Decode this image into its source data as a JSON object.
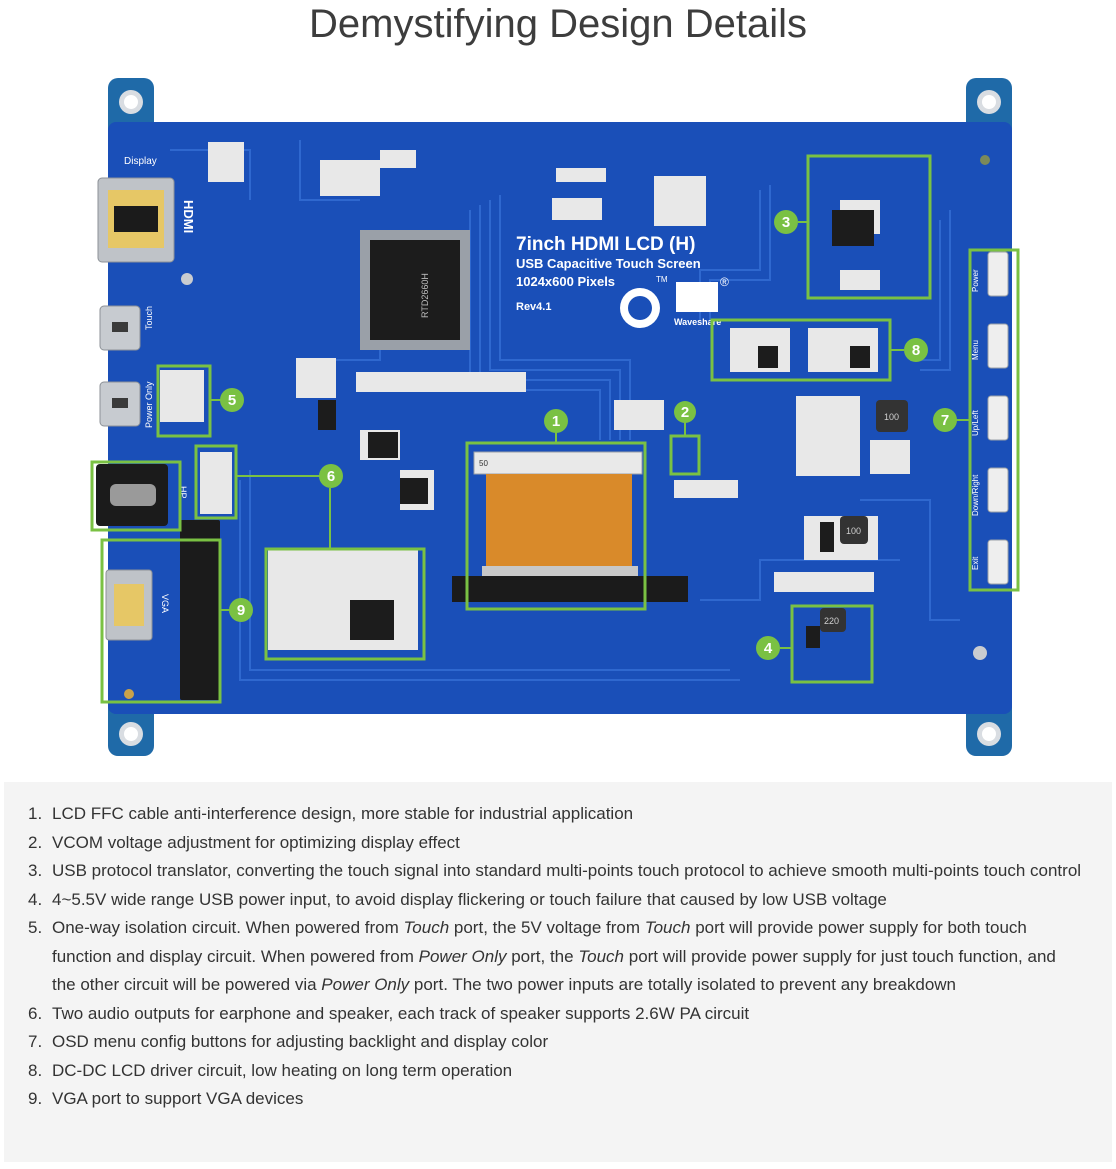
{
  "title": "Demystifying Design Details",
  "colors": {
    "board": "#1a4fb8",
    "board_dark": "#123c93",
    "trace": "#2f68cf",
    "highlight": "#7ac143",
    "text": "#333333",
    "panel_bg": "#f4f4f4"
  },
  "board": {
    "labels": {
      "display": "Display",
      "hdmi": "HDMI",
      "touch": "Touch",
      "power_only": "Power Only",
      "hp": "HP",
      "vga": "VGA",
      "product_name": "7inch HDMI LCD (H)",
      "product_sub": "USB Capacitive Touch Screen",
      "resolution": "1024x600 Pixels",
      "revision": "Rev4.1",
      "brand": "Waveshare",
      "tm": "TM",
      "reg": "®",
      "chip": "RTD2660H",
      "btn_power": "Power",
      "btn_menu": "Menu",
      "btn_upleft": "Up/Left",
      "btn_downright": "Down/Right",
      "btn_exit": "Exit",
      "conn_50": "50",
      "ind_100a": "100",
      "ind_100b": "100",
      "ind_220": "220"
    },
    "callouts": [
      "1",
      "2",
      "3",
      "4",
      "5",
      "6",
      "7",
      "8",
      "9"
    ]
  },
  "features": [
    {
      "num": "1.",
      "parts": [
        {
          "t": "LCD FFC cable anti-interference design, more stable for industrial application"
        }
      ]
    },
    {
      "num": "2.",
      "parts": [
        {
          "t": "VCOM voltage adjustment for optimizing display effect"
        }
      ]
    },
    {
      "num": "3.",
      "parts": [
        {
          "t": "USB protocol translator, converting the touch signal into standard multi-points touch protocol to achieve smooth multi-points touch control"
        }
      ]
    },
    {
      "num": "4.",
      "parts": [
        {
          "t": "4~5.5V wide range USB power input, to avoid display flickering or touch failure that caused by low USB voltage"
        }
      ]
    },
    {
      "num": "5.",
      "parts": [
        {
          "t": "One-way isolation circuit. When powered from "
        },
        {
          "t": "Touch",
          "i": true
        },
        {
          "t": " port, the 5V voltage from "
        },
        {
          "t": "Touch",
          "i": true
        },
        {
          "t": " port will provide power supply for both touch function and display circuit. When powered from "
        },
        {
          "t": "Power Only",
          "i": true
        },
        {
          "t": " port, the "
        },
        {
          "t": "Touch",
          "i": true
        },
        {
          "t": " port will provide power supply for just touch function, and the other circuit will be powered via "
        },
        {
          "t": "Power Only",
          "i": true
        },
        {
          "t": " port. The two power inputs are totally isolated to prevent any breakdown"
        }
      ]
    },
    {
      "num": "6.",
      "parts": [
        {
          "t": "Two audio outputs for earphone and speaker, each track of speaker supports 2.6W PA circuit"
        }
      ]
    },
    {
      "num": "7.",
      "parts": [
        {
          "t": "OSD menu config buttons for adjusting backlight and display color"
        }
      ]
    },
    {
      "num": "8.",
      "parts": [
        {
          "t": "DC-DC LCD driver circuit, low heating on long term operation"
        }
      ]
    },
    {
      "num": "9.",
      "parts": [
        {
          "t": "VGA port to support VGA devices"
        }
      ]
    }
  ]
}
